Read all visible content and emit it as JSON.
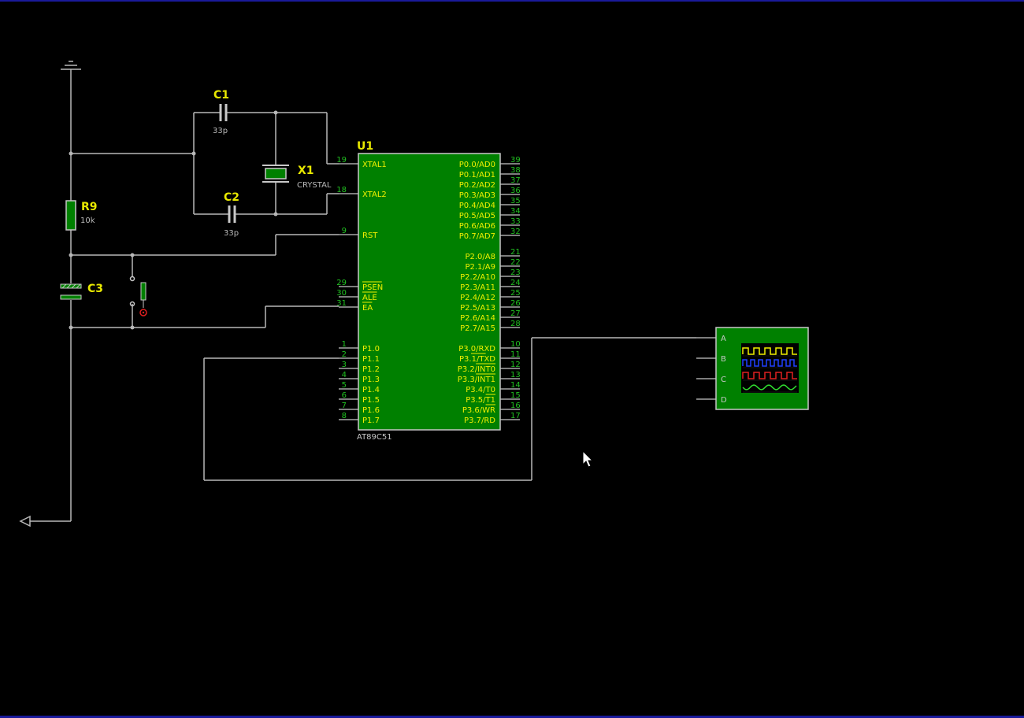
{
  "components": {
    "c1": {
      "name": "C1",
      "value": "33p"
    },
    "c2": {
      "name": "C2",
      "value": "33p"
    },
    "c3": {
      "name": "C3"
    },
    "r9": {
      "name": "R9",
      "value": "10k"
    },
    "x1": {
      "name": "X1",
      "value": "CRYSTAL"
    },
    "u1": {
      "name": "U1",
      "part": "AT89C51"
    }
  },
  "u1_left_pins": [
    {
      "num": "19",
      "name": "XTAL1"
    },
    {
      "num": "18",
      "name": "XTAL2"
    },
    {
      "num": "9",
      "name": "RST"
    },
    {
      "num": "29",
      "name": "PSEN"
    },
    {
      "num": "30",
      "name": "ALE"
    },
    {
      "num": "31",
      "name": "EA"
    },
    {
      "num": "1",
      "name": "P1.0"
    },
    {
      "num": "2",
      "name": "P1.1"
    },
    {
      "num": "3",
      "name": "P1.2"
    },
    {
      "num": "4",
      "name": "P1.3"
    },
    {
      "num": "5",
      "name": "P1.4"
    },
    {
      "num": "6",
      "name": "P1.5"
    },
    {
      "num": "7",
      "name": "P1.6"
    },
    {
      "num": "8",
      "name": "P1.7"
    }
  ],
  "u1_right_pins": [
    {
      "num": "39",
      "name": "P0.0/AD0"
    },
    {
      "num": "38",
      "name": "P0.1/AD1"
    },
    {
      "num": "37",
      "name": "P0.2/AD2"
    },
    {
      "num": "36",
      "name": "P0.3/AD3"
    },
    {
      "num": "35",
      "name": "P0.4/AD4"
    },
    {
      "num": "34",
      "name": "P0.5/AD5"
    },
    {
      "num": "33",
      "name": "P0.6/AD6"
    },
    {
      "num": "32",
      "name": "P0.7/AD7"
    },
    {
      "num": "21",
      "name": "P2.0/A8"
    },
    {
      "num": "22",
      "name": "P2.1/A9"
    },
    {
      "num": "23",
      "name": "P2.2/A10"
    },
    {
      "num": "24",
      "name": "P2.3/A11"
    },
    {
      "num": "25",
      "name": "P2.4/A12"
    },
    {
      "num": "26",
      "name": "P2.5/A13"
    },
    {
      "num": "27",
      "name": "P2.6/A14"
    },
    {
      "num": "28",
      "name": "P2.7/A15"
    },
    {
      "num": "10",
      "name": "P3.0/RXD"
    },
    {
      "num": "11",
      "name": "P3.1/TXD"
    },
    {
      "num": "12",
      "name": "P3.2/INT0"
    },
    {
      "num": "13",
      "name": "P3.3/INT1"
    },
    {
      "num": "14",
      "name": "P3.4/T0"
    },
    {
      "num": "15",
      "name": "P3.5/T1"
    },
    {
      "num": "16",
      "name": "P3.6/WR"
    },
    {
      "num": "17",
      "name": "P3.7/RD"
    }
  ],
  "oscilloscope": {
    "channels": [
      "A",
      "B",
      "C",
      "D"
    ],
    "trace_colors": [
      "#f0f000",
      "#2040ff",
      "#e02020",
      "#30e030"
    ]
  },
  "colors": {
    "wire": "#b8b8b8",
    "chip_fill": "#008000",
    "chip_border": "#c8c8c8",
    "label": "#f0f000",
    "pin_number": "#20c020"
  }
}
